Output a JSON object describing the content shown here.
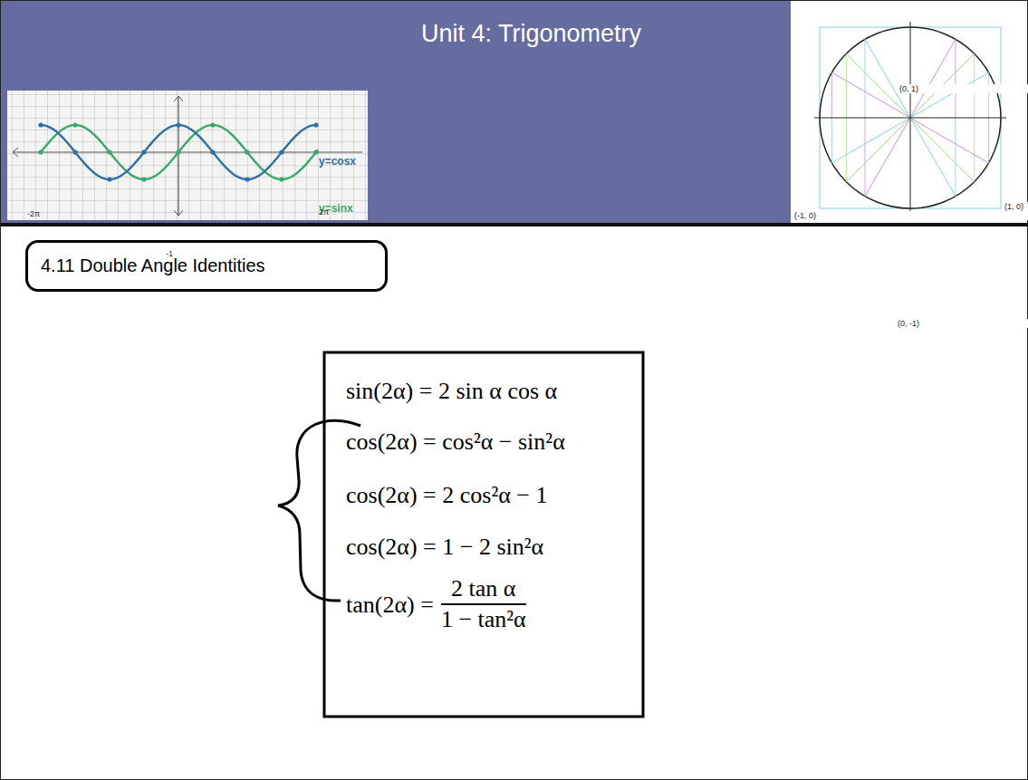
{
  "diagram": {
    "title": "Unit 4: Trigonometry",
    "nodes": [
      {
        "text": [
          "4.11 Double Angle Identities"
        ]
      },
      {
        "text": [
          "sin(2α) = 2 sin α cos α",
          "cos(2α) = cos²α − sin²α",
          "cos(2α) = 2 cos²α − 1",
          "cos(2α) = 1 − 2 sin²α",
          "tan(2α) =",
          "2 tan α",
          "1 − tan²α"
        ]
      }
    ],
    "labels": [
      "y=cosx",
      "y=sinx",
      "-2π",
      "2π",
      "-1",
      "(0, 1)",
      "(1, 0)",
      "(-1, 0)",
      "(0, -1)"
    ]
  }
}
